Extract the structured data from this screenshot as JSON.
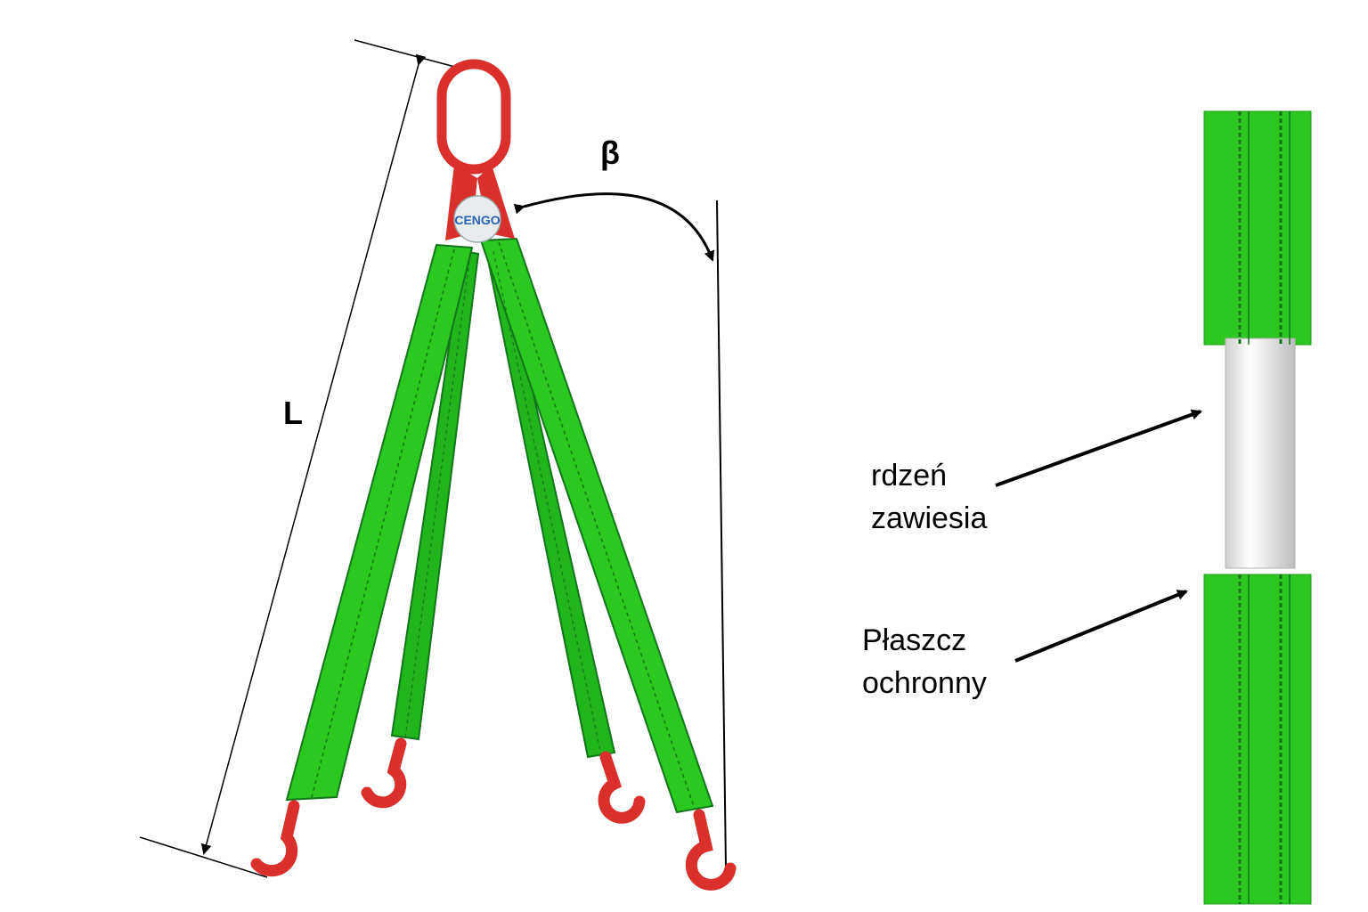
{
  "labels": {
    "length": "L",
    "angle": "β",
    "badge": "CENGO",
    "core_line1": "rdzeń",
    "core_line2": "zawiesia",
    "sleeve_line1": "Płaszcz",
    "sleeve_line2": "ochronny"
  },
  "colors": {
    "sling_green": "#27c21f",
    "sling_dark": "#16861a",
    "hardware_red": "#d9302b",
    "core_white": "#e8e8e8",
    "line": "#000000"
  },
  "icons": [
    "master-link-icon",
    "hook-icon"
  ]
}
